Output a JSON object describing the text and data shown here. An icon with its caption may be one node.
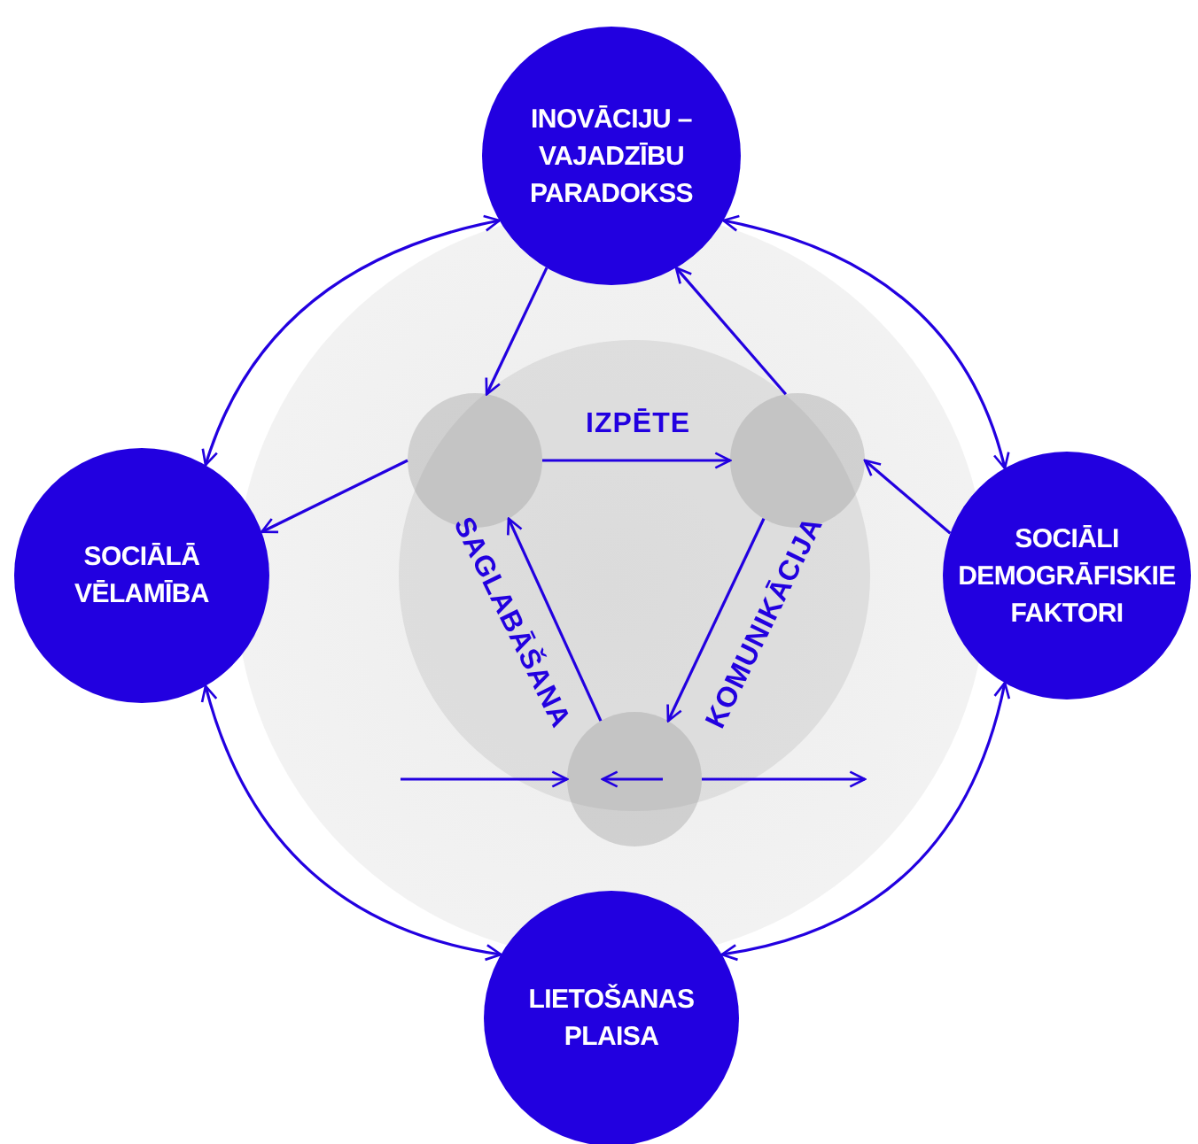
{
  "diagram": {
    "nodes": [
      {
        "text": [
          "INOVĀCIJU – VAJADZĪBU PARADOKSS"
        ]
      },
      {
        "text": [],
        "shape": "circle"
      },
      {
        "text": [],
        "shape": "circle"
      },
      {
        "text": [
          "SOCIĀLĀ VĒLAMĪBA"
        ]
      },
      {
        "text": [
          "SOCIĀLI DEMOGRĀFISKIE FAKTORI"
        ]
      },
      {
        "text": [],
        "shape": "circle"
      },
      {
        "text": [
          "LIETOŠANAS PLAISA"
        ]
      }
    ],
    "edges": [
      {
        "from": 0,
        "to": 3,
        "arrow": "both"
      },
      {
        "from": 0,
        "to": 4,
        "arrow": "both"
      },
      {
        "from": 3,
        "to": 6,
        "arrow": "both"
      },
      {
        "from": 4,
        "to": 6,
        "arrow": "both"
      },
      {
        "from": 0,
        "to": 1,
        "arrow": "to"
      },
      {
        "from": 2,
        "to": 0,
        "arrow": "to"
      },
      {
        "from": 1,
        "to": 3,
        "arrow": "to"
      },
      {
        "from": 4,
        "to": 2,
        "arrow": "to"
      },
      {
        "from": 1,
        "to": 2,
        "arrow": "to",
        "label": "IZPĒTE"
      },
      {
        "from": 2,
        "to": 5,
        "arrow": "to",
        "label": "KOMUNIKĀCIJA"
      },
      {
        "from": 5,
        "to": 1,
        "arrow": "to",
        "label": "SAGLABĀŠANA"
      },
      {
        "from": null,
        "to": 5,
        "arrow": "to"
      },
      {
        "from": null,
        "to": 5,
        "arrow": "to"
      },
      {
        "from": 5,
        "to": null,
        "arrow": "to"
      }
    ]
  }
}
